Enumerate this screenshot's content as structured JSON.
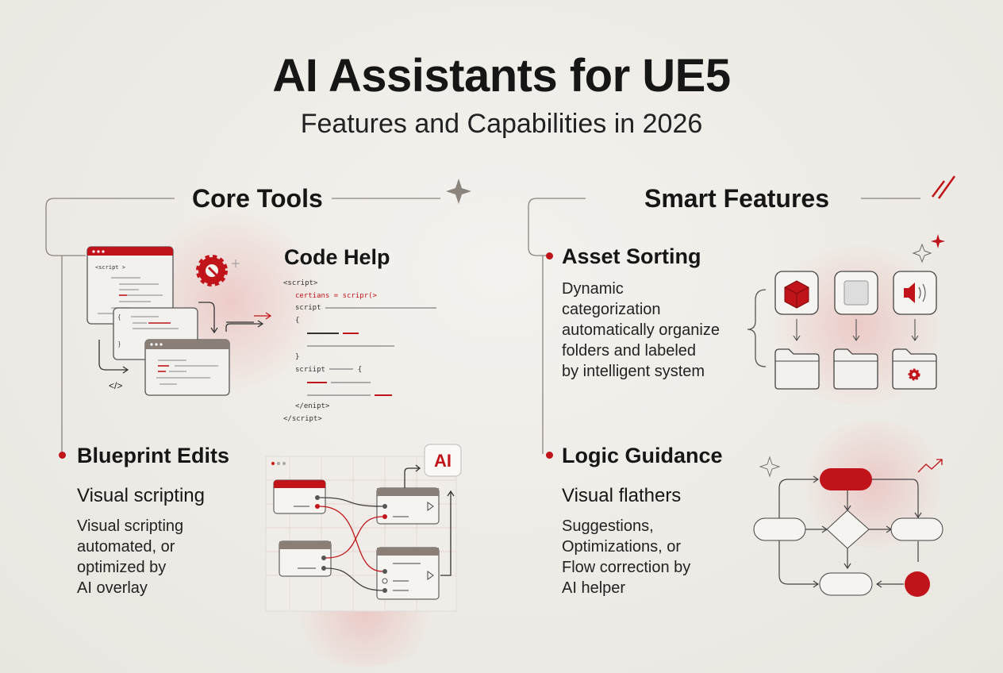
{
  "header": {
    "title": "AI Assistants for UE5",
    "subtitle": "Features and Capabilities in 2026"
  },
  "core_tools": {
    "heading": "Core Tools",
    "code_help": {
      "title": "Code Help",
      "window_label": "<script >",
      "code_icon": "</>",
      "code_lines": [
        "<script>",
        "certians = scripr(>",
        "script",
        "}",
        "scriipt",
        "</enipt>",
        "</script>"
      ]
    },
    "blueprint": {
      "title": "Blueprint Edits",
      "subtitle": "Visual scripting",
      "description": [
        "Visual scripting",
        "automated, or",
        "optimized by",
        "AI overlay"
      ],
      "badge": "AI"
    }
  },
  "smart_features": {
    "heading": "Smart Features",
    "asset_sorting": {
      "title": "Asset Sorting",
      "description": [
        "Dynamic",
        "categorization",
        "automatically organize",
        "folders and labeled",
        "by intelligent system"
      ]
    },
    "logic_guidance": {
      "title": "Logic Guidance",
      "subtitle": "Visual flathers",
      "description": [
        "Suggestions,",
        "Optimizations, or",
        "Flow correction by",
        "AI helper"
      ]
    }
  },
  "colors": {
    "accent": "#c0141a",
    "text": "#161616",
    "line": "#8a847d"
  }
}
